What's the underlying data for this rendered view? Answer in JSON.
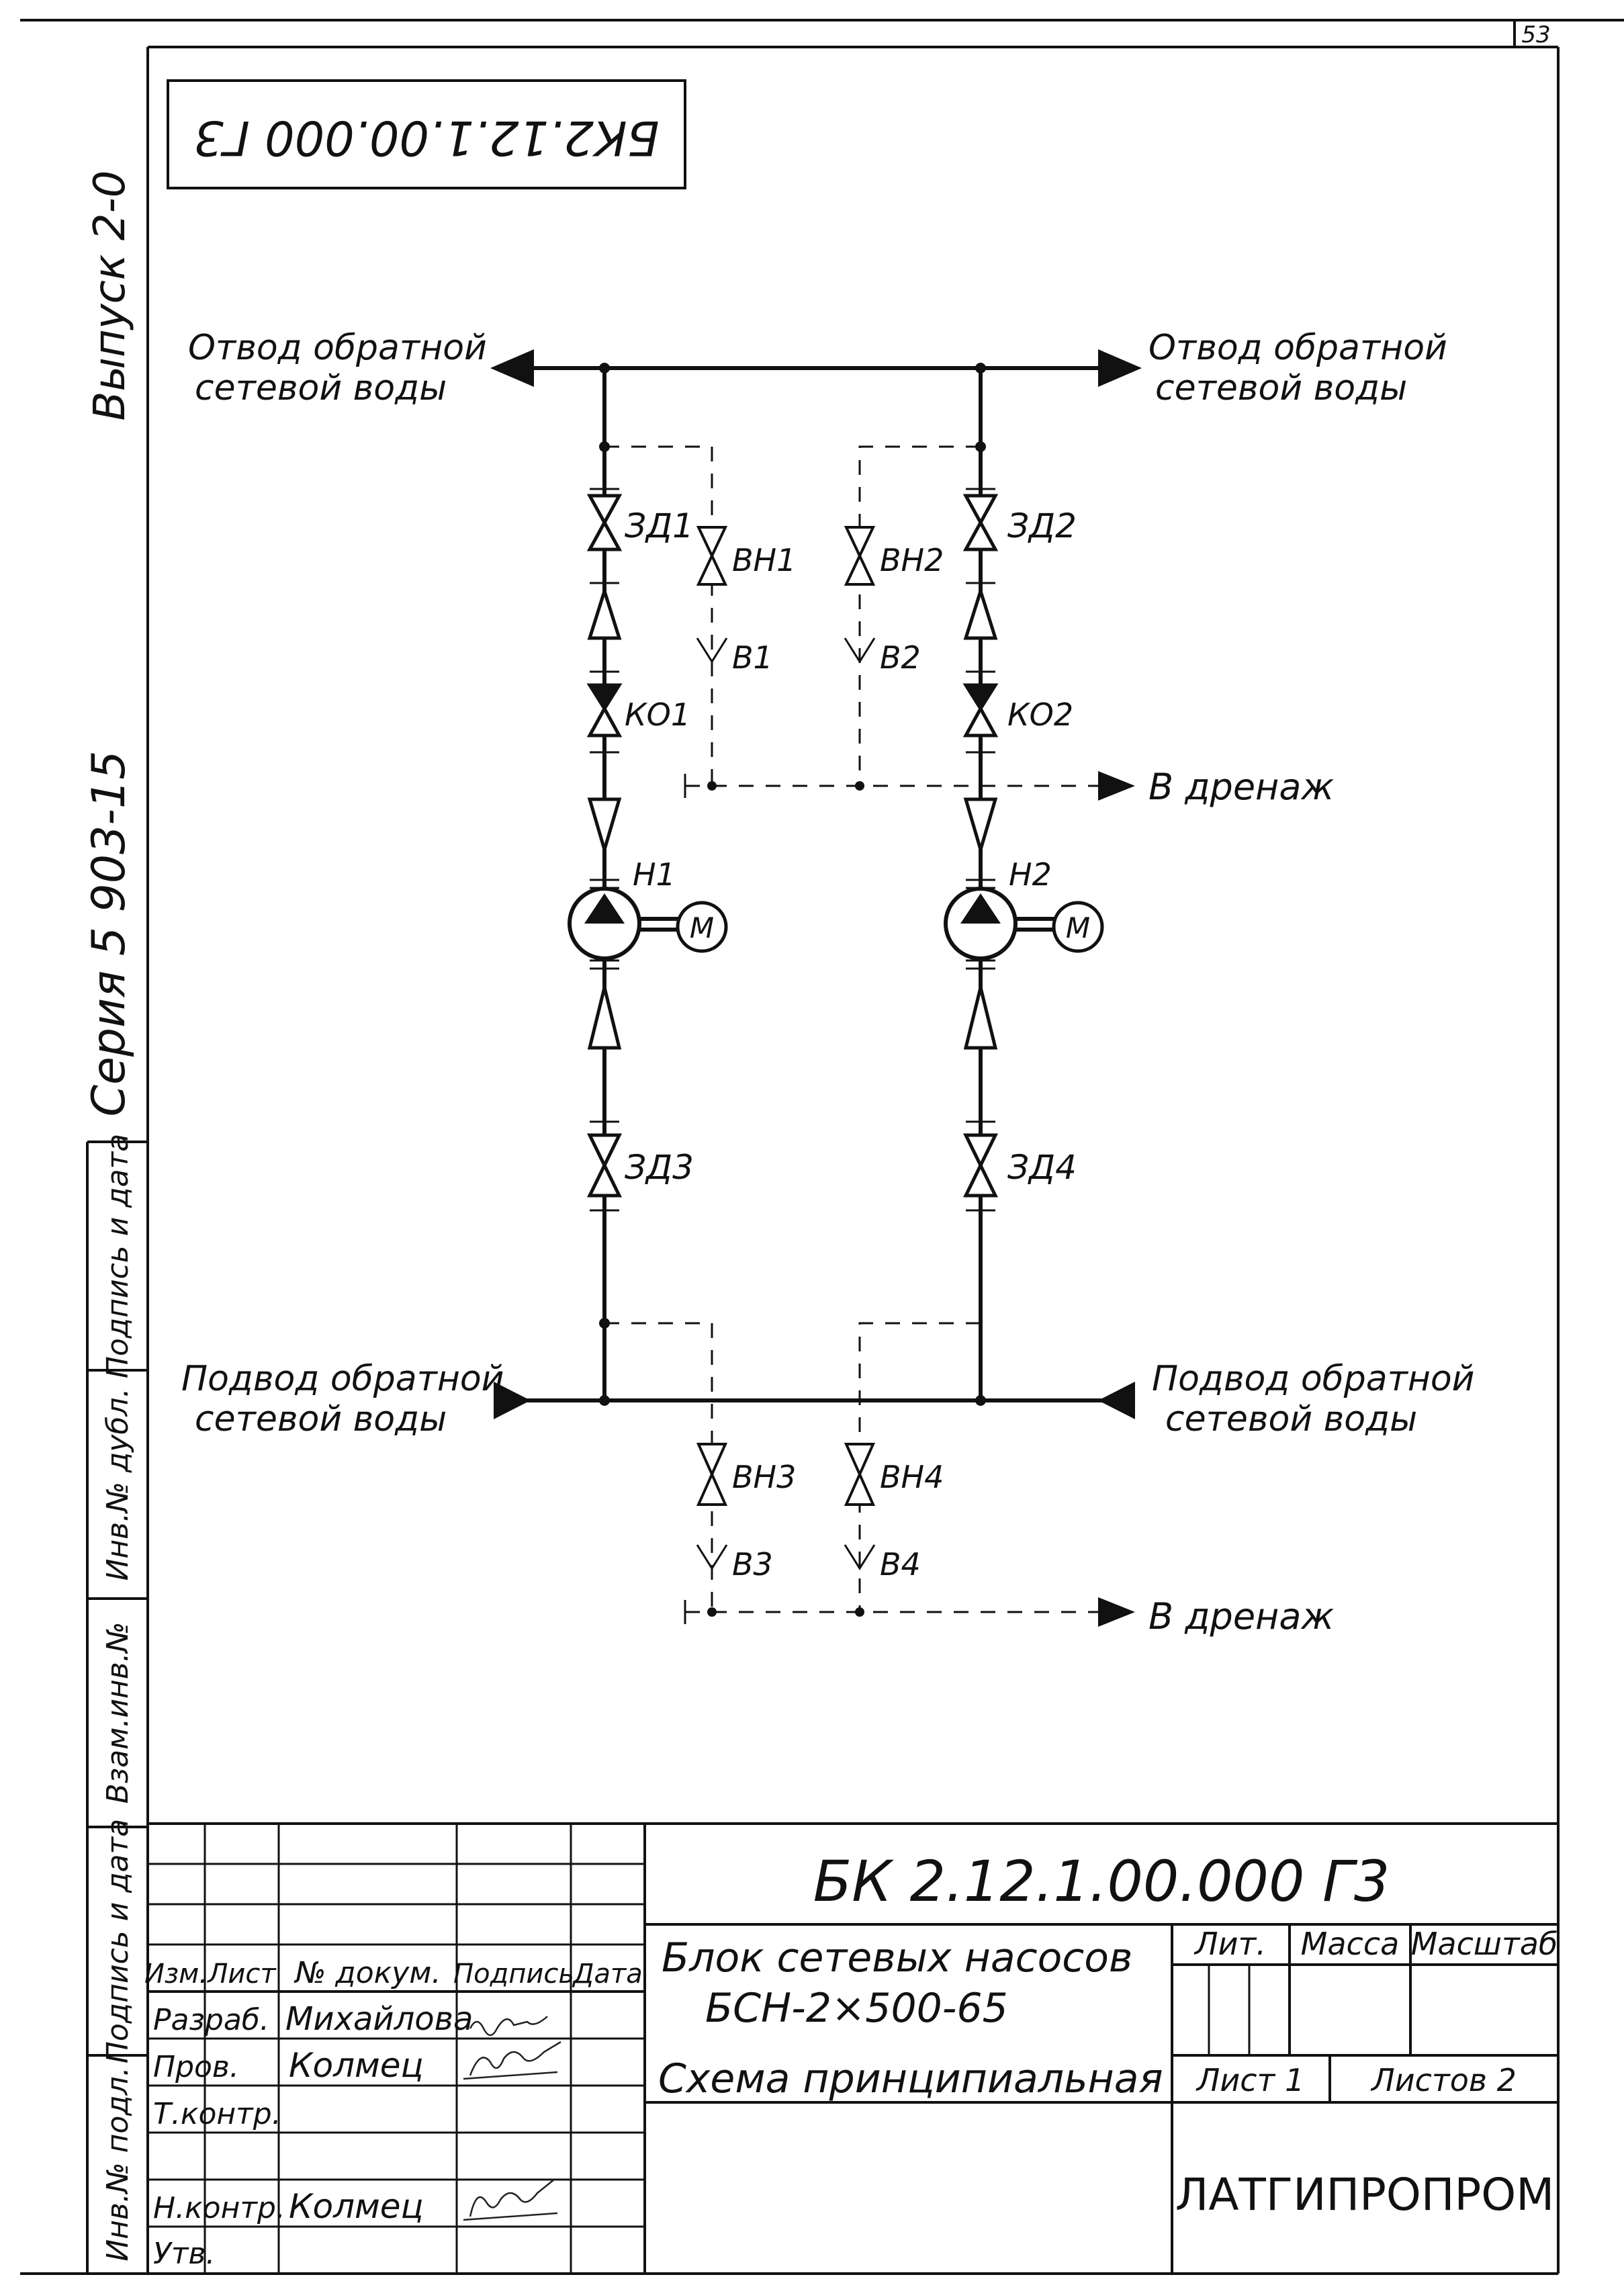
{
  "sheet": {
    "page_number": "53",
    "stamp_code_rotated": "БК2.12.1.00.000 Г3",
    "vypusk": "Выпуск 2-0",
    "seriya": "Серия 5 903-15",
    "side_fields": [
      "Подпись и дата",
      "Инв.№ дубл.",
      "Взам.инв.№",
      "Подпись и дата",
      "Инв.№ подл."
    ]
  },
  "diagram": {
    "outlet_left": [
      "Отвод обратной",
      "сетевой воды"
    ],
    "outlet_right": [
      "Отвод обратной",
      "сетевой воды"
    ],
    "inlet_left": [
      "Подвод обратной",
      "сетевой воды"
    ],
    "inlet_right": [
      "Подвод обратной",
      "сетевой воды"
    ],
    "drain_upper": "В дренаж",
    "drain_lower": "В дренаж",
    "valves": {
      "zd1": "ЗД1",
      "zd2": "ЗД2",
      "zd3": "ЗД3",
      "zd4": "ЗД4",
      "vn1": "ВН1",
      "vn2": "ВН2",
      "vn3": "ВН3",
      "vn4": "ВН4",
      "v1": "В1",
      "v2": "В2",
      "v3": "В3",
      "v4": "В4",
      "ko1": "КО1",
      "ko2": "КО2"
    },
    "pumps": {
      "h1": "Н1",
      "h2": "Н2",
      "motor": "М"
    }
  },
  "title_block": {
    "designation": "БК 2.12.1.00.000  Г3",
    "name_line1": "Блок сетевых насосов",
    "name_line2": "БСН-2×500-65",
    "name_line3": "Схема принципиальная",
    "lit_header": "Лит.",
    "mass_header": "Масса",
    "scale_header": "Масштаб",
    "sheet_label": "Лист 1",
    "sheets_label": "Листов  2",
    "organization": "ЛАТГИПРОПРОМ",
    "columns": [
      "Изм.",
      "Лист",
      "№ докум.",
      "Подпись",
      "Дата"
    ],
    "rows": [
      {
        "role": "Разраб.",
        "name": "Михайлова"
      },
      {
        "role": "Пров.",
        "name": "Колмец"
      },
      {
        "role": "Т.контр.",
        "name": ""
      },
      {
        "role": "",
        "name": ""
      },
      {
        "role": "Н.контр.",
        "name": "Колмец"
      },
      {
        "role": "Утв.",
        "name": ""
      }
    ]
  }
}
